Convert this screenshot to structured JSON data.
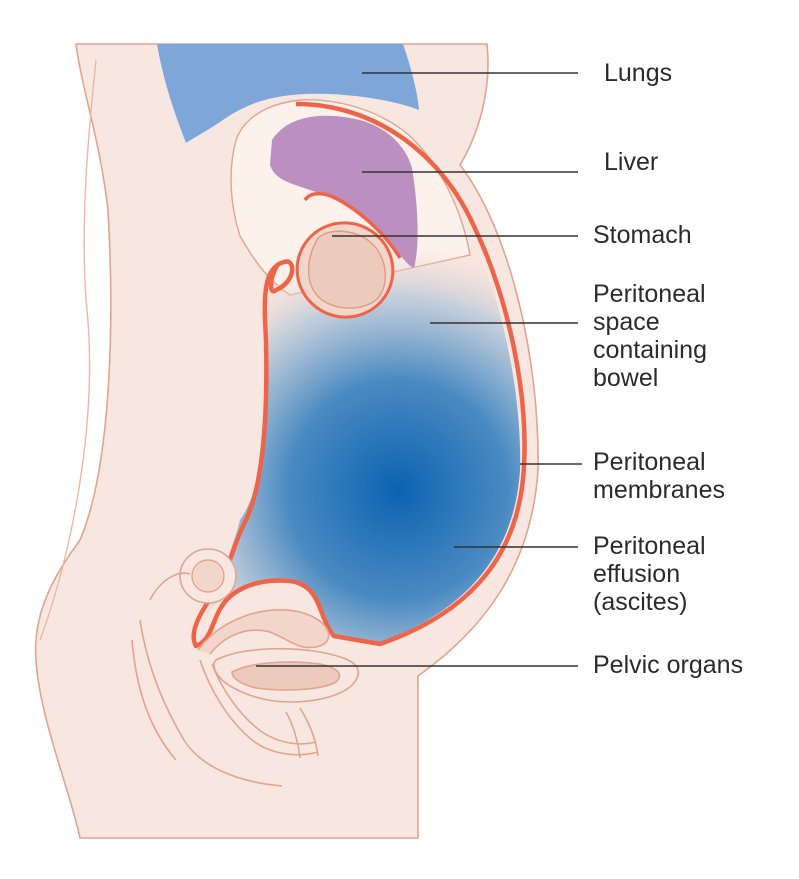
{
  "labels": {
    "lungs": [
      "Lungs"
    ],
    "liver": [
      "Liver"
    ],
    "stomach": [
      "Stomach"
    ],
    "peritoneal_space": [
      "Peritoneal",
      "space",
      "containing",
      "bowel"
    ],
    "peritoneal_membranes": [
      "Peritoneal",
      "membranes"
    ],
    "peritoneal_effusion": [
      "Peritoneal",
      "effusion",
      "(ascites)"
    ],
    "pelvic_organs": [
      "Pelvic organs"
    ]
  },
  "colors": {
    "skin": "#f8e6e0",
    "skin_outline": "#e2a48e",
    "cavity_light": "#fdf1ec",
    "lungs": "#7ea6d9",
    "liver": "#bc8fc1",
    "stomach": "#eccbbd",
    "membrane": "#ee6448",
    "fluid_center": "#0b63b0",
    "leader_line": "#333333",
    "text": "#2b2b2b"
  }
}
